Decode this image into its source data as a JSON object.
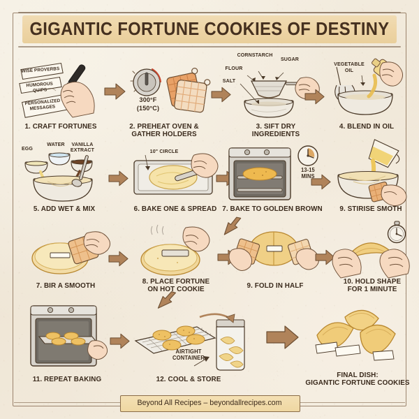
{
  "poster": {
    "title": "GIGANTIC FORTUNE COOKIES OF DESTINY",
    "background_color": "#f3ece0",
    "banner_color": "#eed5a6",
    "ink_color": "#3a2a1c",
    "arrow_color": "#b0835a"
  },
  "steps": [
    {
      "id": "step-1",
      "caption": "1. CRAFT FORTUNES",
      "annotations": [
        "WISE PROVERBS",
        "HUMOROUS QUIPS",
        "PERSONALIZED MESSAGES"
      ]
    },
    {
      "id": "step-2",
      "caption": "2. PREHEAT OVEN & GATHER HOLDERS",
      "annotations": [
        "300°F",
        "(150°C)"
      ]
    },
    {
      "id": "step-3",
      "caption": "3. SIFT DRY INGREDIENTS",
      "annotations": [
        "CORNSTARCH",
        "SUGAR",
        "FLOUR",
        "SALT"
      ]
    },
    {
      "id": "step-4",
      "caption": "4. BLEND IN OIL",
      "annotations": [
        "VEGETABLE",
        "OIL"
      ]
    },
    {
      "id": "step-5",
      "caption": "5. ADD WET & MIX",
      "annotations": [
        "EGG",
        "WATER",
        "VANILLA",
        "EXTRACT"
      ]
    },
    {
      "id": "step-6",
      "caption": "6. BAKE ONE & SPREAD",
      "annotations": [
        "10\" CIRCLE"
      ]
    },
    {
      "id": "step-7",
      "caption": "7. BAKE TO GOLDEN BROWN",
      "annotations": [
        "13-15",
        "MINS"
      ]
    },
    {
      "id": "step-9a",
      "caption": "9. STIRISE SMOTH",
      "annotations": []
    },
    {
      "id": "step-7b",
      "caption": "7. BIR A SMOOTH",
      "annotations": []
    },
    {
      "id": "step-8",
      "caption": "8. PLACE FORTUNE ON HOT COOKIE",
      "annotations": []
    },
    {
      "id": "step-9b",
      "caption": "9. FOLD IN HALF",
      "annotations": []
    },
    {
      "id": "step-10",
      "caption": "10. HOLD SHAPE FOR 1 MINUTE",
      "annotations": []
    },
    {
      "id": "step-11",
      "caption": "11. REPEAT BAKING",
      "annotations": []
    },
    {
      "id": "step-12",
      "caption": "12. COOL & STORE",
      "annotations": [
        "AIRTIGHT",
        "CONTAINER"
      ]
    },
    {
      "id": "final",
      "caption": "FINAL DISH: GIGANTIC FORTUNE COOKIES",
      "annotations": []
    }
  ],
  "captions": {
    "s1": "1. CRAFT FORTUNES",
    "s2_l1": "2. PREHEAT OVEN &",
    "s2_l2": "GATHER HOLDERS",
    "s3_l1": "3. SIFT DRY",
    "s3_l2": "INGREDIENTS",
    "s4": "4. BLEND IN OIL",
    "s5": "5. ADD WET & MIX",
    "s6": "6. BAKE ONE & SPREAD",
    "s7": "7. BAKE TO GOLDEN BROWN",
    "s9a": "9. STIRISE SMOTH",
    "s7b": "7. BIR A SMOOTH",
    "s8_l1": "8. PLACE FORTUNE",
    "s8_l2": "ON HOT COOKIE",
    "s9b": "9. FOLD IN HALF",
    "s10_l1": "10. HOLD SHAPE",
    "s10_l2": "FOR 1 MINUTE",
    "s11": "11. REPEAT BAKING",
    "s12": "12. COOL & STORE",
    "final_l1": "FINAL DISH:",
    "final_l2": "GIGANTIC FORTUNE COOKIES"
  },
  "labels": {
    "wise_proverbs": "WISE PROVERBS",
    "humorous_quips": "HUMOROUS QUIPS",
    "personalized_l1": "PERSONALIZED",
    "personalized_l2": "MESSAGES",
    "temp_f": "300°F",
    "temp_c": "(150°C)",
    "cornstarch": "CORNSTARCH",
    "sugar": "SUGAR",
    "flour": "FLOUR",
    "salt": "SALT",
    "vegetable": "VEGETABLE",
    "oil": "OIL",
    "egg": "EGG",
    "water": "WATER",
    "vanilla": "VANILLA",
    "extract": "EXTRACT",
    "circle": "10\" CIRCLE",
    "mins_val": "13-15",
    "mins_unit": "MINS",
    "airtight": "AIRTIGHT",
    "container": "CONTAINER"
  },
  "footer": {
    "text": "Beyond All Recipes – beyondallrecipes.com"
  }
}
